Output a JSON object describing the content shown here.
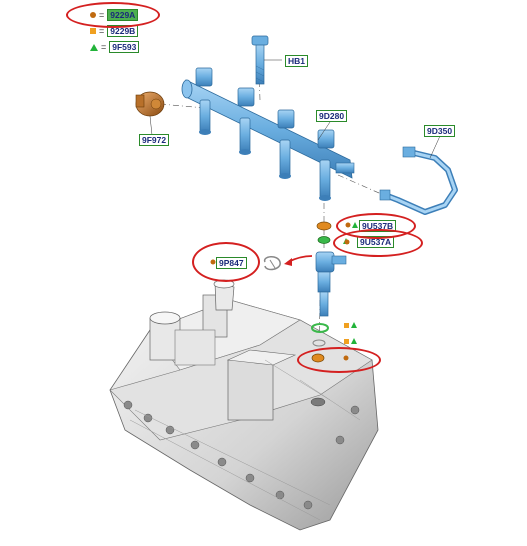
{
  "legend": [
    {
      "symbol": "circle-icon",
      "color": "#c06a10",
      "label": "9229A"
    },
    {
      "symbol": "square-icon",
      "color": "#f0a020",
      "label": "9229B"
    },
    {
      "symbol": "triangle-icon",
      "color": "#22b33a",
      "label": "9F593"
    }
  ],
  "parts": {
    "hb1": "HB1",
    "sensor": "9F972",
    "rail": "9D280",
    "line": "9D350",
    "seal_b": "9U537B",
    "seal_a": "9U537A",
    "clip": "9P847"
  },
  "colors": {
    "part_blue": "#6aaee0",
    "annotation_red": "#d42020",
    "label_border": "#2a8a2a",
    "label_text": "#1a2a7a",
    "engine_gray": "#d8d8d8"
  }
}
